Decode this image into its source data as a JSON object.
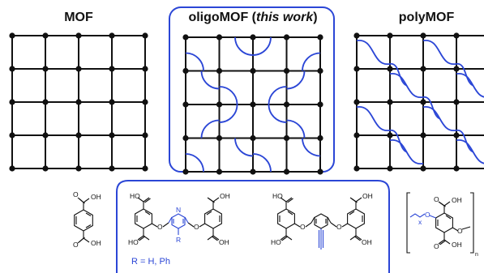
{
  "titles": {
    "mof": "MOF",
    "oligo_main": "oligoMOF (",
    "oligo_italic": "this work",
    "oligo_close": ")",
    "poly": "polyMOF"
  },
  "colors": {
    "line": "#111111",
    "accent": "#2b46d6",
    "bg": "#ffffff"
  },
  "chem": {
    "oh": "OH",
    "ho": "HO",
    "o": "O",
    "n": "N",
    "r": "R",
    "r_values": "R = H, Ph",
    "x": "x",
    "n_sub": "n"
  }
}
